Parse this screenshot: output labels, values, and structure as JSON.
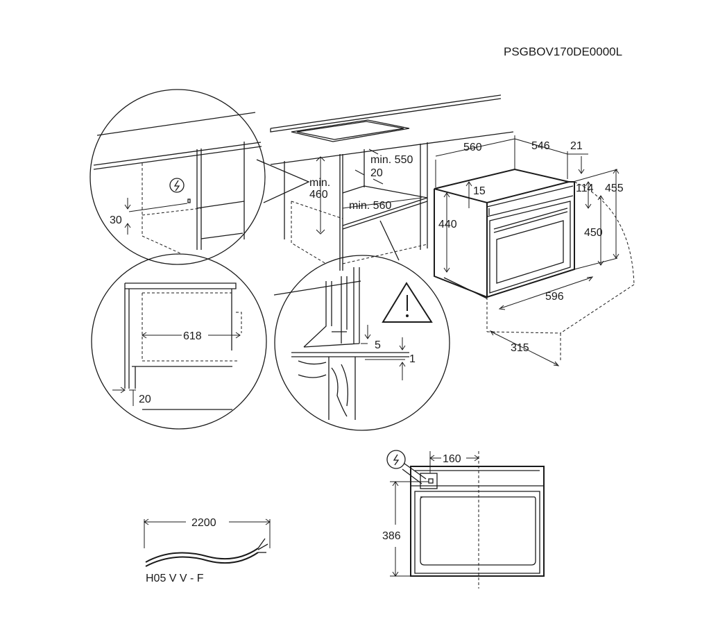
{
  "header": {
    "model_code": "PSGBOV170DE0000L"
  },
  "dimensions": {
    "d560_top": "560",
    "d546": "546",
    "d21": "21",
    "d114": "114",
    "d455": "455",
    "d15": "15",
    "d440": "440",
    "d450": "450",
    "d596": "596",
    "d315": "315",
    "min_label": "min.",
    "d460": "460",
    "min550": "min. 550",
    "d20_a": "20",
    "min560": "min. 560",
    "d30": "30",
    "d618": "618",
    "d20_b": "20",
    "d5": "5",
    "d1": "1",
    "d160": "160",
    "d386": "386",
    "d2200": "2200",
    "cable_type": "H05 V V - F"
  },
  "colors": {
    "line": "#1a1a1a",
    "background": "#ffffff"
  },
  "icons": [
    "electric-socket-icon",
    "warning-triangle-icon"
  ]
}
